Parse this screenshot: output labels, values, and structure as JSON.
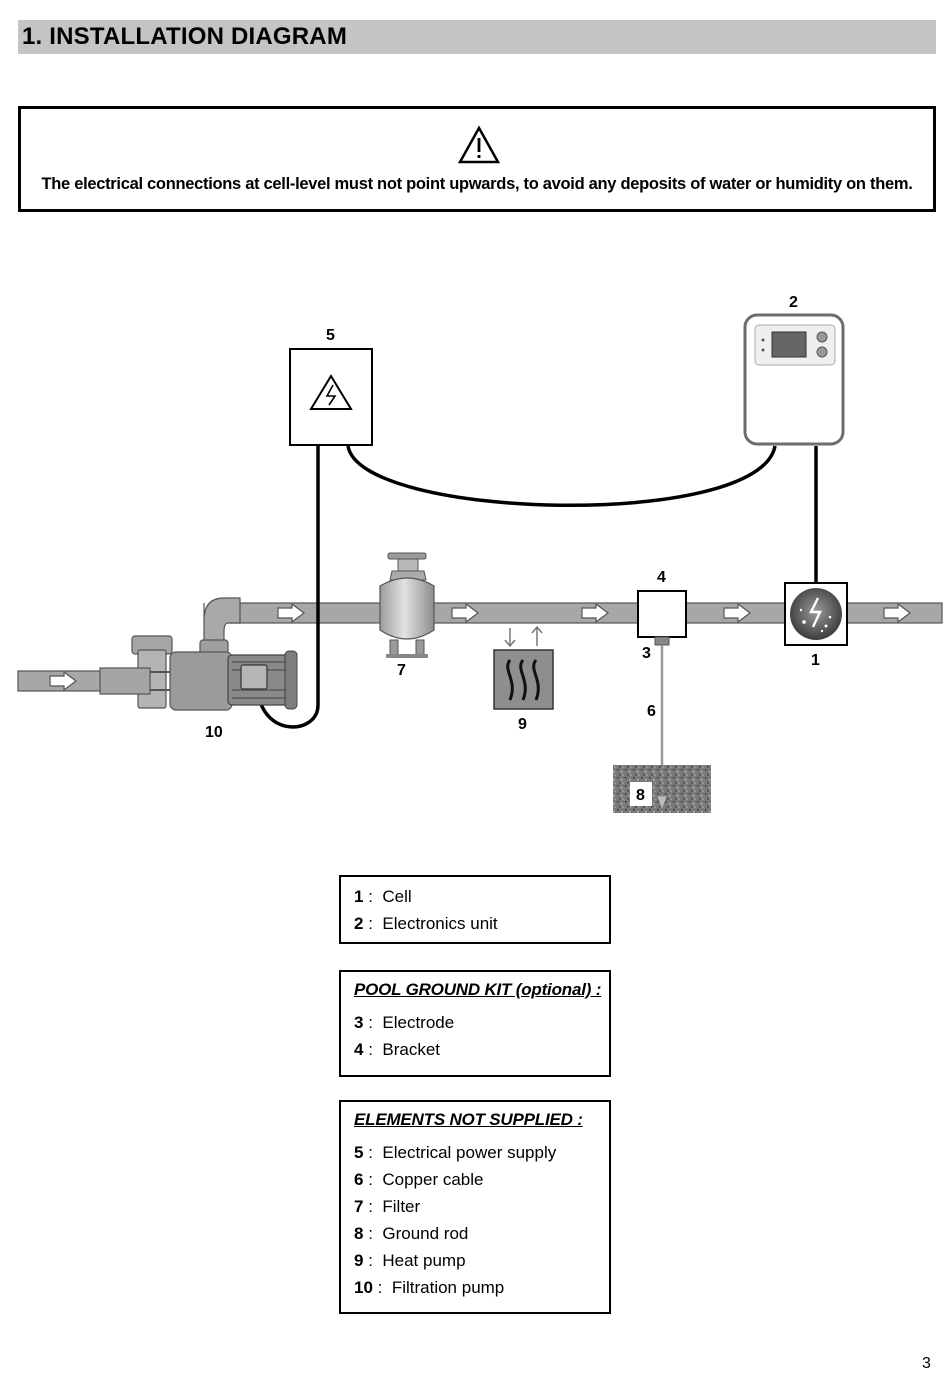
{
  "header": {
    "title": "1.  INSTALLATION DIAGRAM"
  },
  "warning": {
    "icon": "warning-triangle-icon",
    "text": "The electrical connections at cell-level must not point upwards, to avoid any deposits of water or humidity on them."
  },
  "diagram": {
    "labels": {
      "l1": "1",
      "l2": "2",
      "l3": "3",
      "l4": "4",
      "l5": "5",
      "l6": "6",
      "l7": "7",
      "l8": "8",
      "l9": "9",
      "l10": "10"
    }
  },
  "legend_main": {
    "rows": [
      {
        "num": "1",
        "sep": " :  ",
        "text": "Cell"
      },
      {
        "num": "2",
        "sep": " :  ",
        "text": "Electronics unit"
      }
    ]
  },
  "legend_ground": {
    "heading": "POOL GROUND KIT (optional) :",
    "rows": [
      {
        "num": "3",
        "sep": " :  ",
        "text": "Electrode"
      },
      {
        "num": "4",
        "sep": " :  ",
        "text": "Bracket"
      }
    ]
  },
  "legend_not_supplied": {
    "heading": "ELEMENTS NOT SUPPLIED :",
    "rows": [
      {
        "num": "5",
        "sep": " :  ",
        "text": "Electrical power supply"
      },
      {
        "num": "6",
        "sep": " :  ",
        "text": "Copper cable"
      },
      {
        "num": "7",
        "sep": " :  ",
        "text": "Filter"
      },
      {
        "num": "8",
        "sep": " :  ",
        "text": "Ground rod"
      },
      {
        "num": "9",
        "sep": " :  ",
        "text": "Heat pump"
      },
      {
        "num": "10",
        "sep": " :  ",
        "text": "Filtration pump"
      }
    ]
  },
  "footer": {
    "page_number": "3"
  }
}
